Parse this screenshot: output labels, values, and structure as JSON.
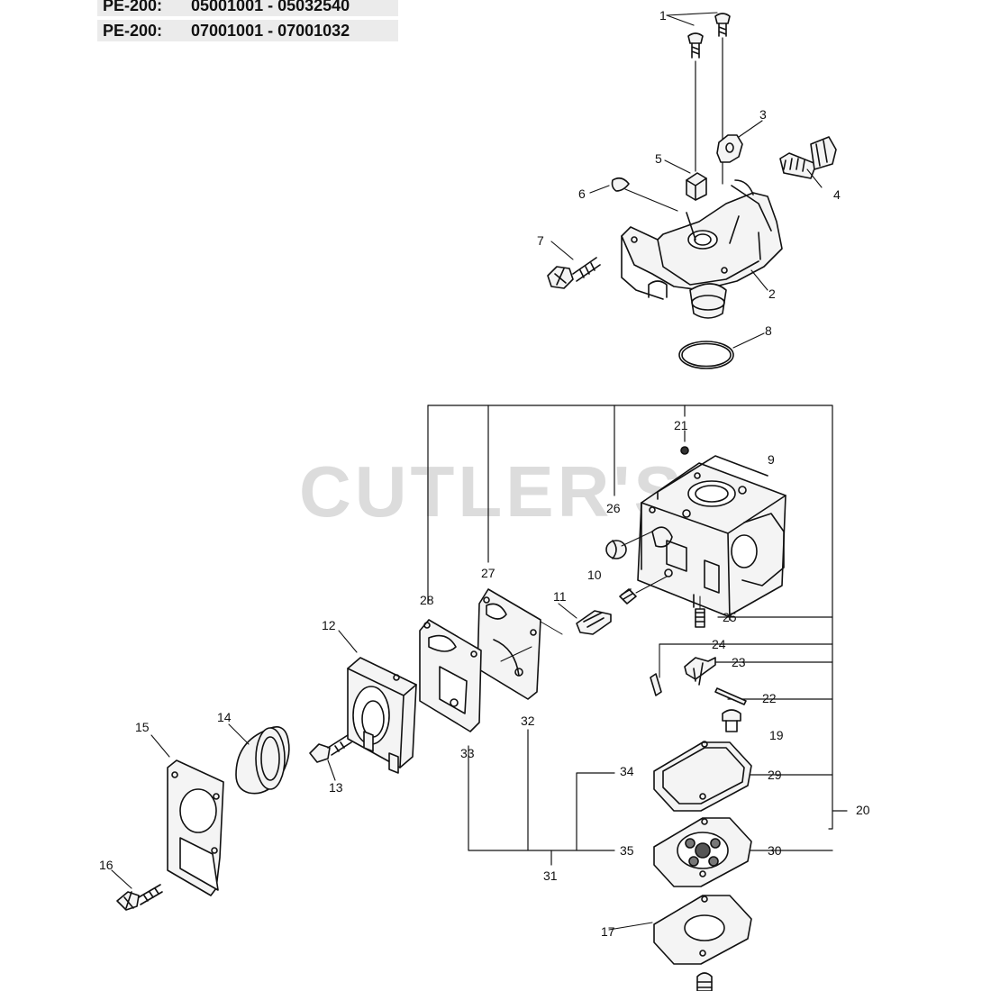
{
  "header": {
    "rows": [
      {
        "model": "PE-200:",
        "range": "05001001 - 05032540"
      },
      {
        "model": "PE-200:",
        "range": "07001001 - 07001032"
      }
    ]
  },
  "watermark": "CUTLER'S",
  "callouts": {
    "n1": "1",
    "n2": "2",
    "n3": "3",
    "n4": "4",
    "n5": "5",
    "n6": "6",
    "n7": "7",
    "n8": "8",
    "n9": "9",
    "n10": "10",
    "n11": "11",
    "n12": "12",
    "n13": "13",
    "n14": "14",
    "n15": "15",
    "n16": "16",
    "n17": "17",
    "n19": "19",
    "n20": "20",
    "n21": "21",
    "n22": "22",
    "n23": "23",
    "n24": "24",
    "n25": "25",
    "n26": "26",
    "n27": "27",
    "n28": "28",
    "n29": "29",
    "n30": "30",
    "n31": "31",
    "n32": "32",
    "n33": "33",
    "n34": "34",
    "n35": "35"
  },
  "colors": {
    "line": "#111111",
    "header_bg": "#ebebeb",
    "watermark": "#dcdcdc",
    "part_fill": "#f4f4f4"
  }
}
